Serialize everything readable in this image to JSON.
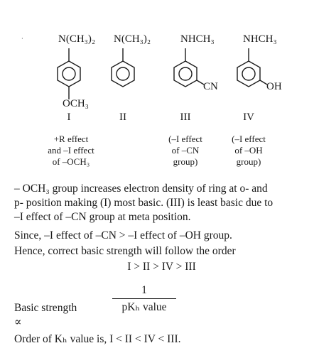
{
  "structures": [
    {
      "roman": "I",
      "top_group": "N(CH₃)₂",
      "bottom_group": "OCH₃",
      "effect": [
        "+R effect",
        "and –I effect",
        "of –OCH₃"
      ]
    },
    {
      "roman": "II",
      "top_group": "N(CH₃)₂",
      "effect": []
    },
    {
      "roman": "III",
      "top_group": "NHCH₃",
      "meta_group": "CN",
      "effect": [
        "(–I effect",
        "of –CN",
        "group)"
      ]
    },
    {
      "roman": "IV",
      "top_group": "NHCH₃",
      "meta_group": "OH",
      "effect": [
        "(–I effect",
        "of –OH",
        "group)"
      ]
    }
  ],
  "para1": {
    "line1": "– OCH₃ group increases electron density of ring at o- and",
    "line2": "p- position making (I) most basic. (III) is least basic due to",
    "line3": "–I effect of –CN group at meta position."
  },
  "para2": "Since, –I effect of –CN > –I effect of –OH group.",
  "para3": "Hence, correct basic strength will follow the order",
  "order": "I > II > IV > III",
  "formula": {
    "label": "Basic strength ∝",
    "numerator": "1",
    "denominator": "pKₕ value"
  },
  "final": "Order of Kₕ value is, I < II < IV < III."
}
